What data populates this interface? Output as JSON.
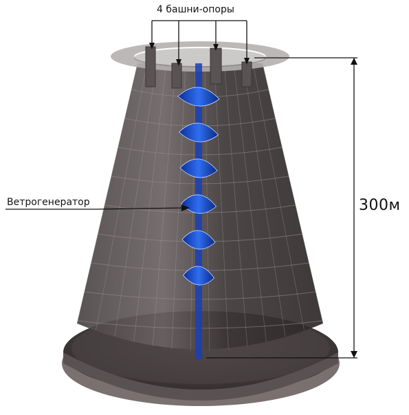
{
  "labels": {
    "support_towers": "4 башни-опоры",
    "wind_generator": "Ветрогенератор",
    "height": "300м"
  },
  "colors": {
    "structure": "#3a3434",
    "structure_light": "#8c8080",
    "turbine_blue": "#1d4fd0",
    "line": "#111111",
    "background": "#ffffff"
  },
  "icons": {
    "tower": "cone-tower-render",
    "turbine": "helical-wind-turbine",
    "dimension": "vertical-dimension-line"
  }
}
